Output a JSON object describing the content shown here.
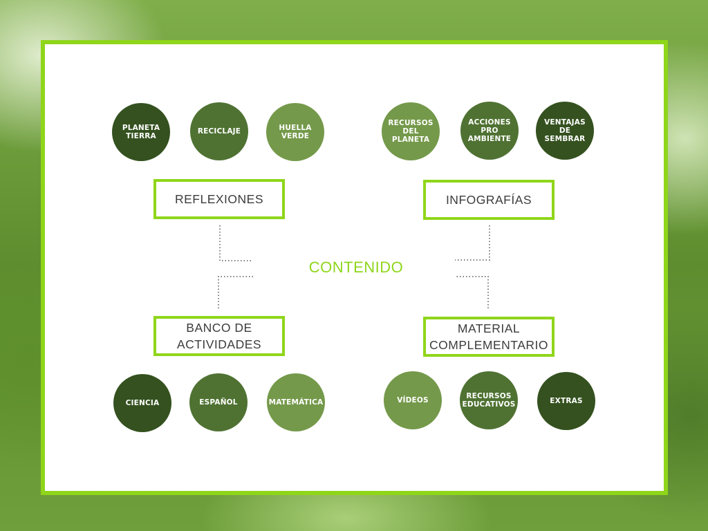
{
  "center": {
    "label": "CONTENIDO"
  },
  "groups": {
    "reflexiones": {
      "label": "REFLEXIONES",
      "items": [
        "PLANETA TIERRA",
        "RECICLAJE",
        "HUELLA VERDE"
      ]
    },
    "infografias": {
      "label": "INFOGRAFÍAS",
      "items": [
        "RECURSOS DEL PLANETA",
        "ACCIONES PRO AMBIENTE",
        "VENTAJAS DE SEMBRAR"
      ]
    },
    "banco": {
      "label": "BANCO DE ACTIVIDADES",
      "items": [
        "CIENCIA",
        "ESPAÑOL",
        "MATEMÁTICA"
      ]
    },
    "material": {
      "label": "MATERIAL COMPLEMENTARIO",
      "items": [
        "VÍDEOS",
        "RECURSOS EDUCATIVOS",
        "EXTRAS"
      ]
    }
  },
  "colors": {
    "accent": "#8fd61a",
    "circle_dark": "#34511f",
    "circle_mid": "#4f7232",
    "circle_light": "#74994a",
    "text": "#3c3c3c"
  }
}
